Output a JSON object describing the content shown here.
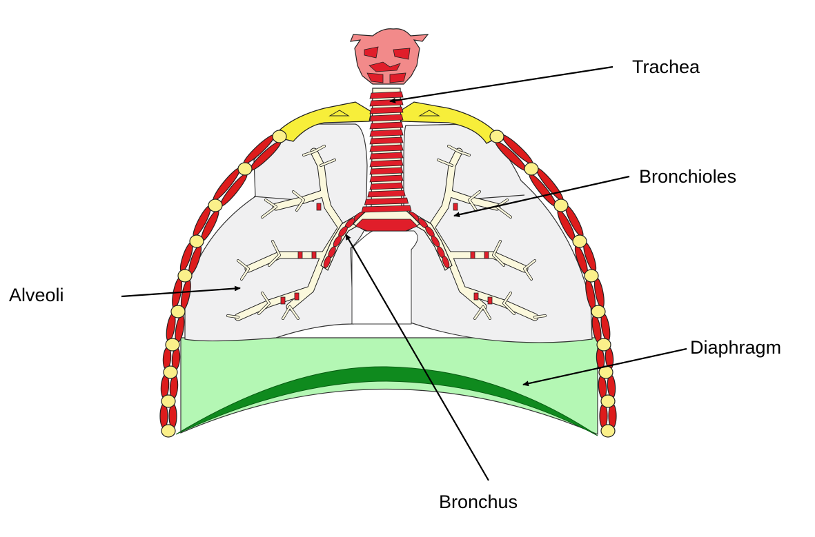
{
  "diagram": {
    "subject": "Human respiratory system (lungs, front view)",
    "labels": {
      "trachea": "Trachea",
      "bronchioles": "Bronchioles",
      "alveoli": "Alveoli",
      "diaphragm": "Diaphragm",
      "bronchus": "Bronchus"
    },
    "colors": {
      "background": "#ffffff",
      "rib_muscle": "#dd1c1c",
      "rib_joint": "#fbf08a",
      "clavicle": "#f7ee3a",
      "lung_fill": "#f0f0f1",
      "airway_cartilage": "#fbf8dc",
      "airway_ring": "#e01e2a",
      "larynx": "#f28a8a",
      "diaphragm_cavity": "#b4f7b4",
      "diaphragm_muscle": "#0f8a1e",
      "outline": "#1a1a1a",
      "leader_line": "#000000"
    }
  }
}
